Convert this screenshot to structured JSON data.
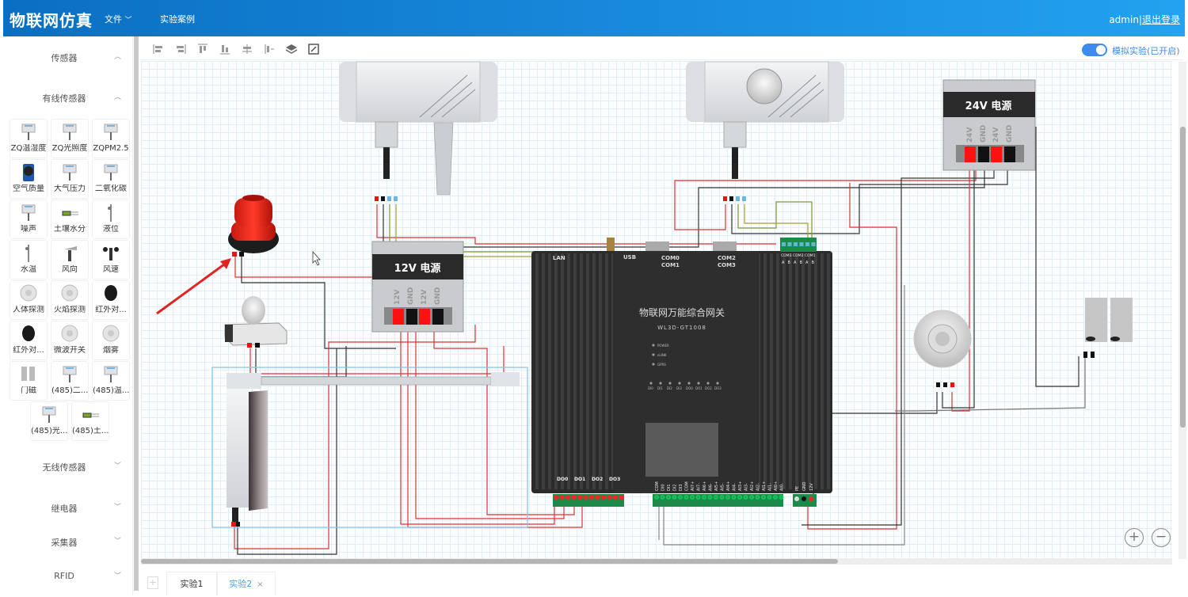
{
  "header": {
    "app_title": "物联网仿真",
    "menu_file": "文件",
    "menu_cases": "实验案例",
    "user": "admin",
    "separator": "|",
    "logout": "退出登录"
  },
  "sidebar": {
    "categories": [
      {
        "label": "传感器",
        "expanded": true
      },
      {
        "label": "有线传感器",
        "expanded": true
      },
      {
        "label": "无线传感器",
        "expanded": false
      },
      {
        "label": "继电器",
        "expanded": false
      },
      {
        "label": "采集器",
        "expanded": false
      },
      {
        "label": "RFID",
        "expanded": false
      }
    ],
    "wired_sensors": [
      "ZQ温湿度",
      "ZQ光照度",
      "ZQPM2.5",
      "空气质量",
      "大气压力",
      "二氧化碳",
      "噪声",
      "土壤水分",
      "液位",
      "水温",
      "风向",
      "风速",
      "人体探测",
      "火焰探测",
      "红外对...",
      "红外对...",
      "微波开关",
      "烟雾",
      "门磁",
      "(485)二...",
      "(485)温...",
      "(485)光...",
      "(485)土..."
    ]
  },
  "toolbar": {
    "icons": [
      "align-left-icon",
      "align-right-icon",
      "align-top-icon",
      "align-bottom-icon",
      "align-center-horizontal-icon",
      "align-center-vertical-icon",
      "layers-icon",
      "fullscreen-icon"
    ],
    "sim_toggle_on": true,
    "sim_label": "模拟实验(已开启)"
  },
  "canvas": {
    "power12": {
      "title": "12V 电源",
      "pins": [
        "12V",
        "GND",
        "12V",
        "GND"
      ]
    },
    "power24": {
      "title": "24V 电源",
      "pins": [
        "24V",
        "GND",
        "24V",
        "GND"
      ]
    },
    "gateway": {
      "name": "物联网万能综合网关",
      "model": "WL3D-GT1008",
      "labels": {
        "lan": "LAN",
        "usb": "USB",
        "com0": "COM0",
        "com1": "COM1",
        "com2": "COM2",
        "com3": "COM3"
      },
      "leds": [
        "POWER",
        "eLINK",
        "GPRS"
      ],
      "io_leds": [
        "DI0",
        "DI1",
        "DI2",
        "DI3",
        "DO0",
        "DO1",
        "DO2",
        "DO3"
      ],
      "do_groups": [
        "DO0",
        "DO1",
        "DO2",
        "DO3"
      ],
      "com_block": [
        "COM3",
        "COM2",
        "COM1"
      ],
      "ab": [
        "A",
        "B",
        "A",
        "B",
        "A",
        "B"
      ],
      "bottom_pins": [
        "COM",
        "DI0",
        "DI1",
        "DI2",
        "DI3",
        "COM",
        "AI7+",
        "AI7-",
        "AI6+",
        "AI6-",
        "AI5+",
        "AI5-",
        "AI4+",
        "AI4-",
        "AI3+",
        "AI3-",
        "AI2+",
        "AI2-",
        "AI1+",
        "AI1-",
        "AI0+",
        "AI0-"
      ],
      "power_pins": [
        "PE",
        "GND",
        "12V"
      ]
    }
  },
  "tabs": {
    "add": "+",
    "items": [
      {
        "label": "实验1",
        "active": false
      },
      {
        "label": "实验2",
        "active": true,
        "close": "×"
      }
    ]
  },
  "zoom": {
    "in": "+",
    "out": "−"
  }
}
